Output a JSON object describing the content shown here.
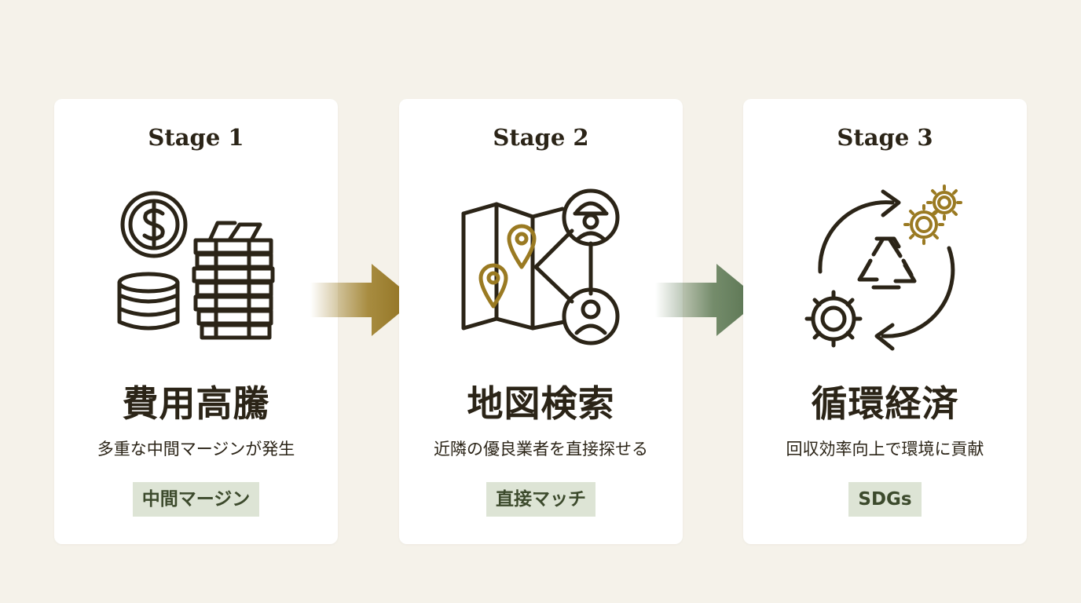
{
  "stages": [
    {
      "label": "Stage 1",
      "heading": "費用高騰",
      "description": "多重な中間マージンが発生",
      "tag": "中間マージン",
      "icon": "coins-and-bills-icon"
    },
    {
      "label": "Stage 2",
      "heading": "地図検索",
      "description": "近隣の優良業者を直接探せる",
      "tag": "直接マッチ",
      "icon": "map-with-people-icon"
    },
    {
      "label": "Stage 3",
      "heading": "循環経済",
      "description": "回収効率向上で環境に貢献",
      "tag": "SDGs",
      "icon": "recycle-cycle-icon"
    }
  ],
  "colors": {
    "background": "#f5f2ea",
    "card": "#ffffff",
    "ink": "#2b2417",
    "gold": "#9a7a22",
    "green": "#5e7a55",
    "tag_bg": "#dde4d5",
    "tag_text": "#3c4a2c"
  }
}
